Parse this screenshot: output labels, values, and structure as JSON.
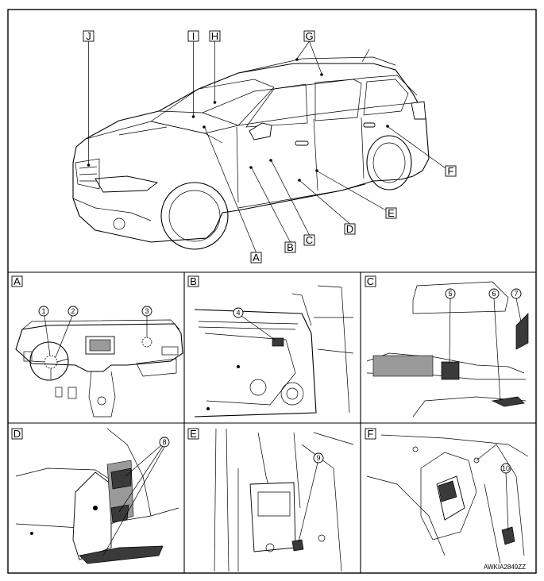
{
  "overview": {
    "callouts": [
      "J",
      "I",
      "H",
      "G",
      "A",
      "B",
      "C",
      "D",
      "E",
      "F"
    ]
  },
  "panels": [
    {
      "letter": "A",
      "numbers": [
        "1",
        "2",
        "3"
      ]
    },
    {
      "letter": "B",
      "numbers": [
        "4"
      ]
    },
    {
      "letter": "C",
      "numbers": [
        "5",
        "6",
        "7"
      ]
    },
    {
      "letter": "D",
      "numbers": [
        "8"
      ]
    },
    {
      "letter": "E",
      "numbers": [
        "9"
      ]
    },
    {
      "letter": "F",
      "numbers": [
        "10"
      ]
    }
  ],
  "figure_code": "AWKIA2849ZZ"
}
